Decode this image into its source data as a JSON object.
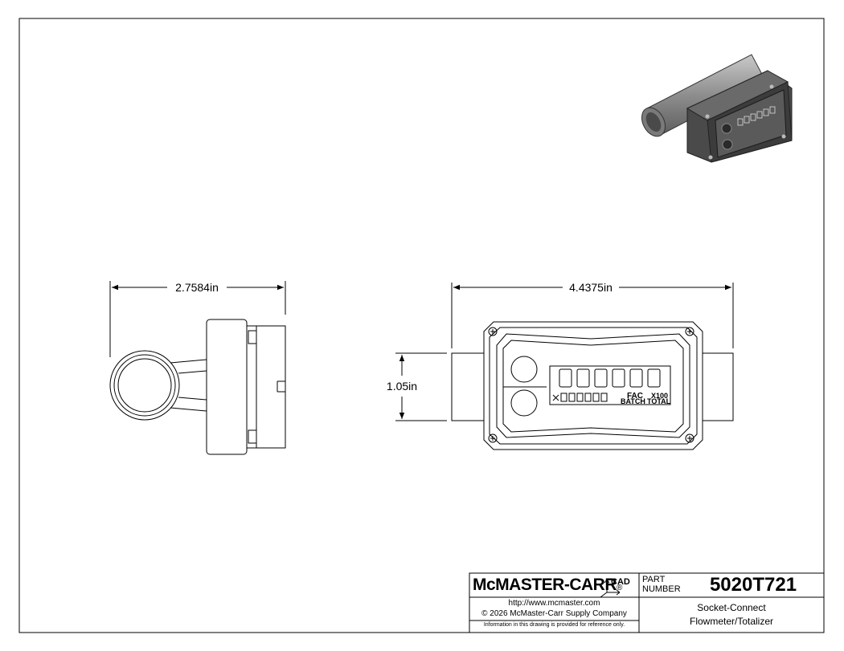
{
  "drawing": {
    "dimensions": {
      "side_width": "2.7584in",
      "front_width": "4.4375in",
      "front_height": "1.05in"
    },
    "display_panel": {
      "fac_label": "FAC",
      "x100_label": "X100",
      "batch_label": "BATCH",
      "total_label": "TOTAL"
    }
  },
  "title_block": {
    "brand": "McMASTER-CARR",
    "registered_mark": "®",
    "cad_badge": "CAD",
    "part_label_line1": "PART",
    "part_label_line2": "NUMBER",
    "part_number": "5020T721",
    "website": "http://www.mcmaster.com",
    "copyright": "© 2026 McMaster-Carr Supply Company",
    "disclaimer": "Information in this drawing is provided for reference only.",
    "description_line1": "Socket-Connect",
    "description_line2": "Flowmeter/Totalizer"
  },
  "colors": {
    "line": "#000000",
    "iso_body_dark": "#3a3a3a",
    "iso_body_mid": "#6f6f6f",
    "iso_pipe": "#9a9a9a"
  }
}
